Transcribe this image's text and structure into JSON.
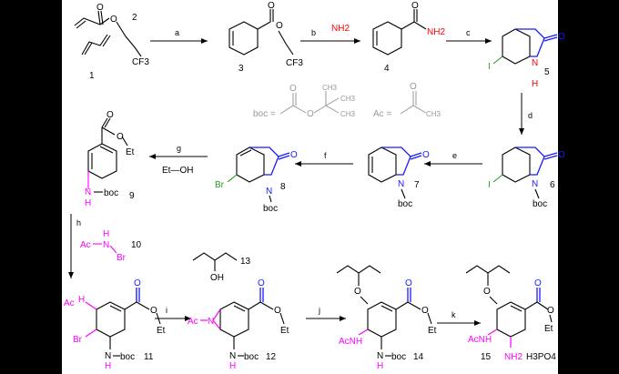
{
  "compounds": {
    "c1": "1",
    "c2": "2",
    "c3": "3",
    "c4": "4",
    "c5": "5",
    "c6": "6",
    "c7": "7",
    "c8": "8",
    "c9": "9",
    "c10": "10",
    "c11": "11",
    "c12": "12",
    "c13": "13",
    "c14": "14",
    "c15": "15"
  },
  "steps": {
    "a": "a",
    "b": "b",
    "c": "c",
    "d": "d",
    "e": "e",
    "f": "f",
    "g": "g",
    "h": "h",
    "i": "i",
    "j": "j",
    "k": "k"
  },
  "reagents": {
    "nh2": "NH2",
    "etoh": "Et—OH",
    "ac_nh_br_ac": "Ac",
    "ac_nh_br_h": "H",
    "ac_nh_br_n": "N",
    "ac_nh_br_br": "Br"
  },
  "legend": {
    "boc_eq": "boc =",
    "ac_eq": "Ac =",
    "ch3": "CH3"
  },
  "atoms": {
    "o": "O",
    "n": "N",
    "h": "H",
    "i": "I",
    "br": "Br",
    "boc": "boc",
    "et": "Et",
    "ac": "Ac",
    "oh": "OH",
    "acnh": "AcNH",
    "nh2": "NH2",
    "cf3": "CF3",
    "h3po4": "H3PO4"
  },
  "colors": {
    "blue": "#1a1aff",
    "magenta": "#ff00ff",
    "green": "#2a9a2a",
    "red": "#ff0000",
    "grey": "#999999"
  }
}
